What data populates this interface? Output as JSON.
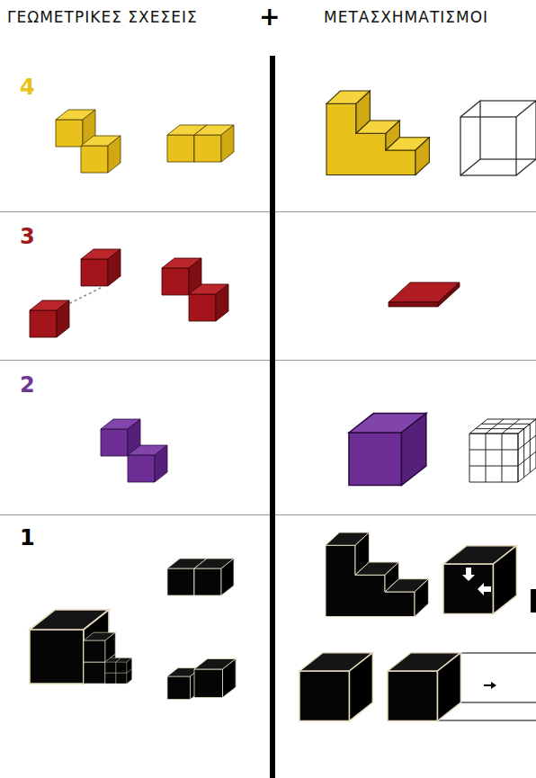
{
  "diagram": {
    "labels": [
      "ΓΕΩΜΕΤΡΙΚΕΣ ΣΧΕΣΕΙΣ",
      "+",
      "ΜΕΤΑΣΧΗΜΑΤΙΣΜΟΙ",
      "4",
      "3",
      "2",
      "1"
    ]
  }
}
